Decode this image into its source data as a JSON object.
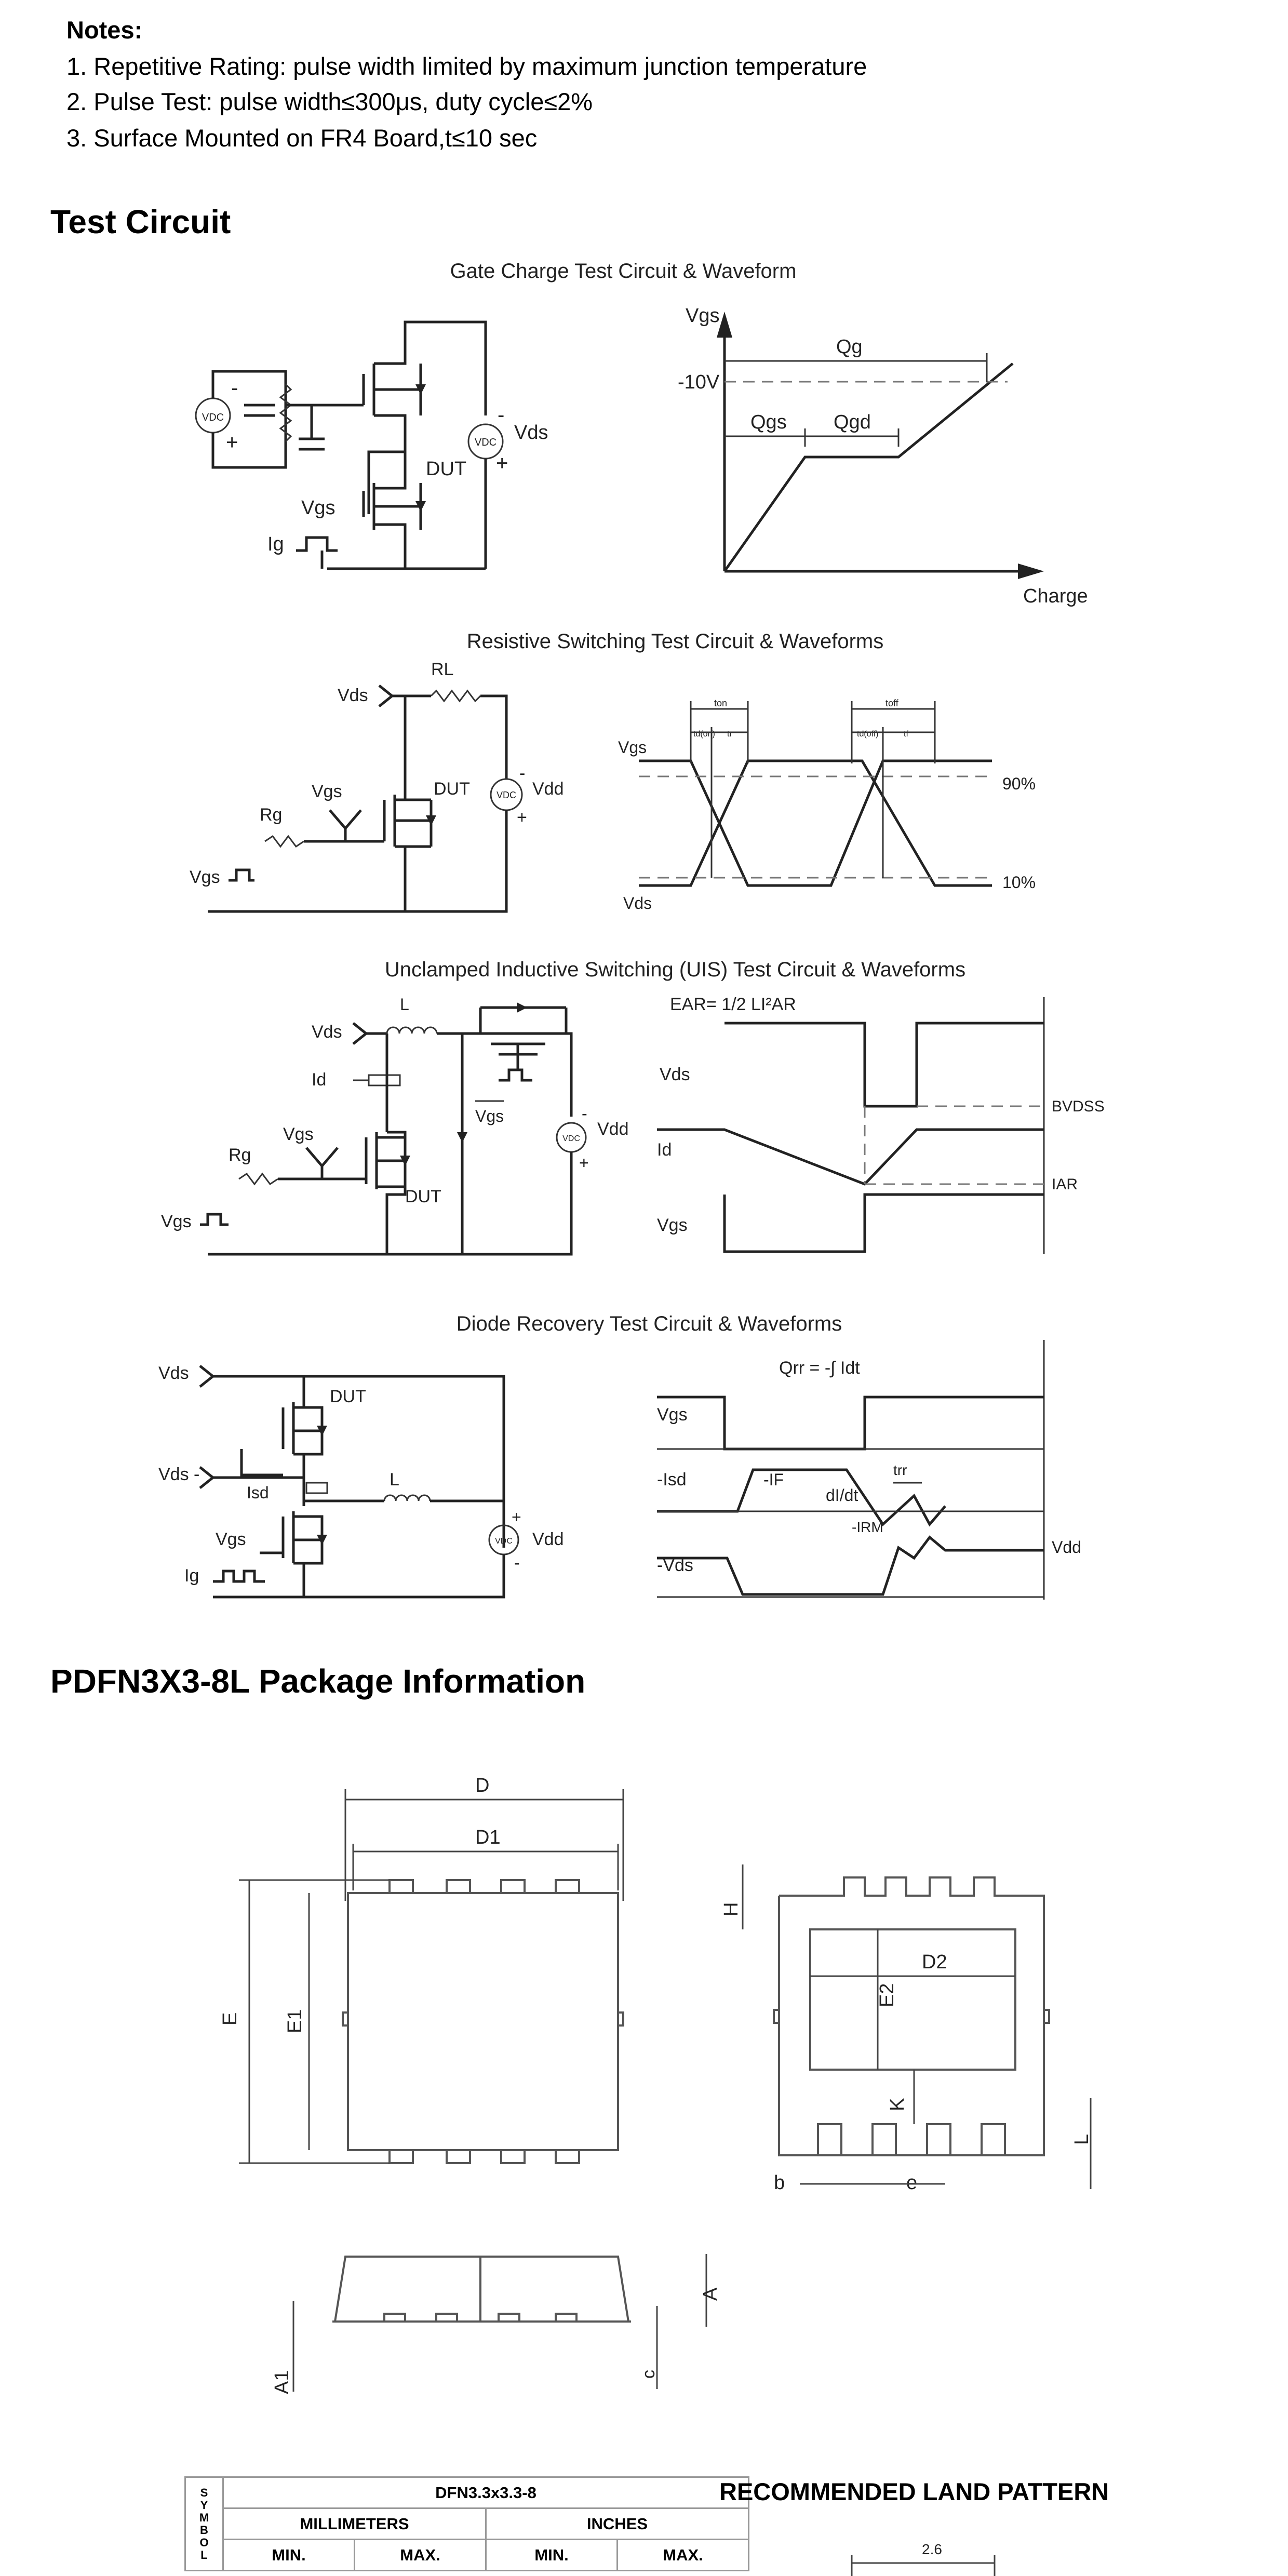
{
  "notes": {
    "title": "Notes:",
    "items": [
      "1. Repetitive Rating: pulse width limited by maximum junction temperature",
      "2. Pulse Test: pulse width≤300μs, duty cycle≤2%",
      "3. Surface Mounted on FR4 Board,t≤10 sec"
    ]
  },
  "test_circuit": {
    "title": "Test Circuit",
    "gate_charge": {
      "caption": "Gate Charge Test Circuit & Waveform",
      "labels": {
        "vdc": "VDC",
        "vds": "Vds",
        "dut": "DUT",
        "vgs": "Vgs",
        "ig": "Ig",
        "wave_vgs": "Vgs",
        "qg": "Qg",
        "v10": "-10V",
        "qgs": "Qgs",
        "qgd": "Qgd",
        "charge": "Charge"
      }
    },
    "resistive": {
      "caption": "Resistive Switching Test Circuit & Waveforms",
      "labels": {
        "rl": "RL",
        "vds": "Vds",
        "vgs": "Vgs",
        "dut": "DUT",
        "vdd": "Vdd",
        "rg": "Rg",
        "vgs_in": "Vgs",
        "wave_vgs": "Vgs",
        "wave_vds": "Vds",
        "p90": "90%",
        "p10": "10%",
        "ton": "ton",
        "toff": "toff",
        "tdon": "td(on)",
        "tr": "tr",
        "tdoff": "td(off)",
        "tf": "tf"
      }
    },
    "uis": {
      "caption": "Unclamped Inductive Switching (UIS) Test Circuit & Waveforms",
      "labels": {
        "formula": "EAR= 1/2 LI²AR",
        "l": "L",
        "vds": "Vds",
        "id": "Id",
        "vgs": "Vgs",
        "rg": "Rg",
        "vgs_in": "Vgs",
        "dut": "DUT",
        "vdd": "Vdd",
        "vgs_small": "Vgs",
        "wave_vds": "Vds",
        "wave_id": "Id",
        "wave_vgs": "Vgs",
        "bvdss": "BVDSS",
        "iar": "IAR"
      }
    },
    "diode": {
      "caption": "Diode Recovery Test Circuit & Waveforms",
      "labels": {
        "qrr": "Qrr = -∫ Idt",
        "vds_top": "Vds",
        "dut": "DUT",
        "vds_mid": "Vds -",
        "isd": "Isd",
        "l": "L",
        "vgs": "Vgs",
        "ig": "Ig",
        "vdd": "Vdd",
        "wave_vgs": "Vgs",
        "wave_isd": "-Isd",
        "if": "-IF",
        "didt": "dI/dt",
        "trr": "trr",
        "irm": "-IRM",
        "wave_vds": "-Vds",
        "wave_vdd": "Vdd"
      }
    }
  },
  "package": {
    "title": "PDFN3X3-8L Package Information",
    "dims": {
      "d": "D",
      "d1": "D1",
      "e": "E",
      "e1": "E1",
      "h": "H",
      "d2": "D2",
      "e2": "E2",
      "k": "K",
      "l": "L",
      "b": "b",
      "e_pitch": "e",
      "a": "A",
      "a1": "A1",
      "c": "c"
    }
  },
  "table": {
    "symbol_header": "SYMBOL",
    "title": "DFN3.3x3.3-8",
    "mm": "MILLIMETERS",
    "inches": "INCHES",
    "min": "MIN.",
    "max": "MAX."
  },
  "land_pattern": {
    "title": "RECOMMENDED LAND PATTERN",
    "dim": "2.6"
  }
}
